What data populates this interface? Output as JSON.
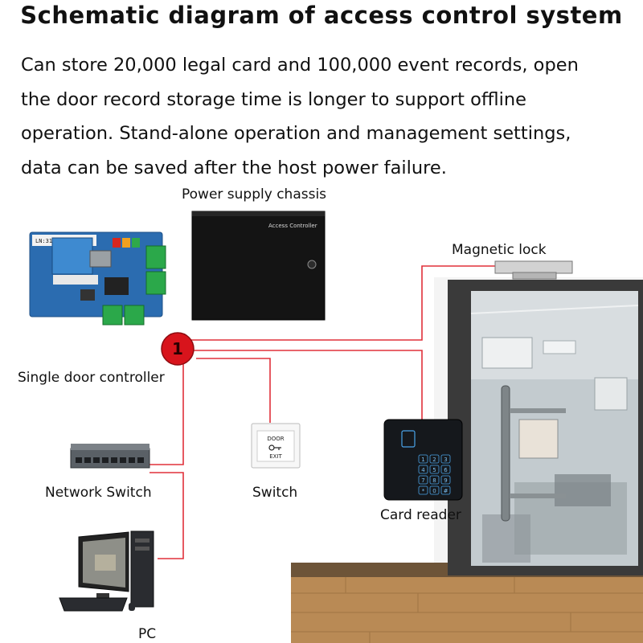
{
  "title": "Schematic diagram of access control system",
  "description_lines": [
    "Can store 20,000 legal card and 100,000 event records, open",
    "the door record storage time is longer to support offline",
    "operation. Stand-alone operation and management settings,",
    "data can be saved after the host power failure."
  ],
  "labels": {
    "power_supply": "Power supply chassis",
    "chassis_text": "Access Controller",
    "magnetic_lock": "Magnetic lock",
    "controller": "Single door controller",
    "node": "1",
    "network_switch": "Network Switch",
    "switch": "Switch",
    "card_reader": "Card reader",
    "pc": "PC",
    "exit_top": "DOOR",
    "exit_bottom": "EXIT",
    "keypad": [
      "1",
      "2",
      "3",
      "4",
      "5",
      "6",
      "7",
      "8",
      "9",
      "*",
      "0",
      "#"
    ]
  },
  "colors": {
    "wire": "#e0303a",
    "node": "#d8141c",
    "board": "#2b6cb0",
    "chassis": "#141414",
    "door_frame": "#3a3a3a",
    "floor": "#b98a55",
    "wall": "#f4f4f4"
  }
}
